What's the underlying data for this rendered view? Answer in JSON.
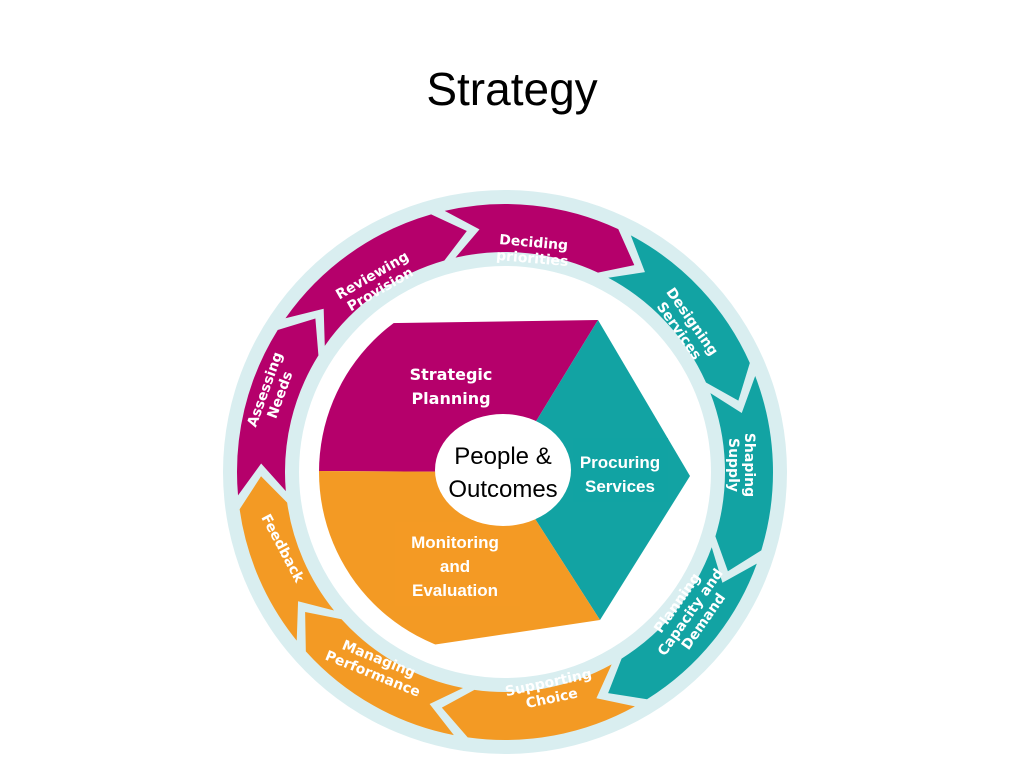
{
  "title": "Strategy",
  "colors": {
    "magenta": "#b5006b",
    "teal": "#12a3a3",
    "orange": "#f39a24",
    "ring_bg": "#d9eef0",
    "center": "#ffffff"
  },
  "center": {
    "lines": [
      "People &",
      "Outcomes"
    ]
  },
  "sectors": [
    {
      "id": "strategic-planning",
      "lines": [
        "Strategic",
        "Planning"
      ],
      "color": "#b5006b"
    },
    {
      "id": "procuring-services",
      "lines": [
        "Procuring",
        "Services"
      ],
      "color": "#12a3a3"
    },
    {
      "id": "monitoring-evaluation",
      "lines": [
        "Monitoring",
        "and",
        "Evaluation"
      ],
      "color": "#f39a24"
    }
  ],
  "ring_segments": [
    {
      "id": "deciding-priorities",
      "lines": [
        "Deciding",
        "priorities"
      ],
      "color": "#b5006b"
    },
    {
      "id": "designing-services",
      "lines": [
        "Designing",
        "Services"
      ],
      "color": "#12a3a3"
    },
    {
      "id": "shaping-supply",
      "lines": [
        "Shaping",
        "Supply"
      ],
      "color": "#12a3a3"
    },
    {
      "id": "planning-capacity",
      "lines": [
        "Planning",
        "Capacity and",
        "Demand"
      ],
      "color": "#12a3a3"
    },
    {
      "id": "supporting-choice",
      "lines": [
        "Supporting",
        "Choice"
      ],
      "color": "#f39a24"
    },
    {
      "id": "managing-performance",
      "lines": [
        "Managing",
        "Performance"
      ],
      "color": "#f39a24"
    },
    {
      "id": "feedback",
      "lines": [
        "Feedback"
      ],
      "color": "#f39a24"
    },
    {
      "id": "assessing-needs",
      "lines": [
        "Assessing",
        "Needs"
      ],
      "color": "#b5006b"
    },
    {
      "id": "reviewing-provision",
      "lines": [
        "Reviewing",
        "Provision"
      ],
      "color": "#b5006b"
    }
  ]
}
